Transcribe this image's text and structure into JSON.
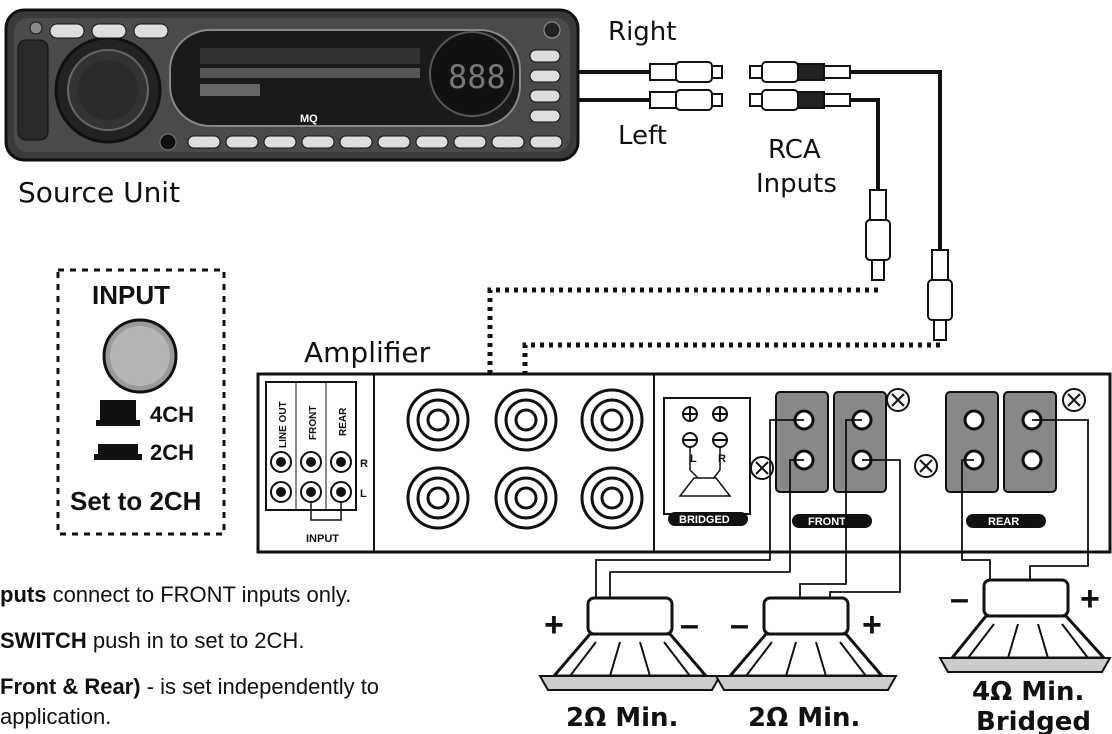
{
  "labels": {
    "right": "Right",
    "left": "Left",
    "rca_line1": "RCA",
    "rca_line2": "Inputs",
    "source_unit": "Source Unit",
    "amplifier": "Amplifier"
  },
  "input_box": {
    "title": "INPUT",
    "ch4": "4CH",
    "ch2": "2CH",
    "setting": "Set to 2CH"
  },
  "amp_panel": {
    "line_out": "LINE OUT",
    "front": "FRONT",
    "rear": "REAR",
    "r": "R",
    "l": "L",
    "input": "INPUT"
  },
  "terminals": {
    "bridged": "BRIDGED",
    "front": "FRONT",
    "rear": "REAR",
    "l": "L",
    "r": "R"
  },
  "speakers": [
    {
      "left_sign": "+",
      "right_sign": "–",
      "rating": "2Ω Min."
    },
    {
      "left_sign": "–",
      "right_sign": "+",
      "rating": "2Ω Min."
    },
    {
      "left_sign": "–",
      "right_sign": "+",
      "rating": "4Ω Min.",
      "rating2": "Bridged"
    }
  ],
  "notes": [
    {
      "bold": "puts",
      "text": " connect to FRONT inputs only."
    },
    {
      "bold": "SWITCH",
      "text": " push in to set to 2CH."
    },
    {
      "bold": "Front & Rear)",
      "text": " - is set independently to"
    },
    {
      "bold": "",
      "text": "application."
    }
  ],
  "head_unit": {
    "model": "MQ",
    "display_digits": "888"
  }
}
